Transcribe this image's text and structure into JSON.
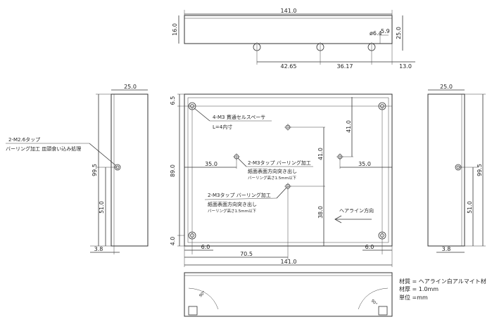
{
  "top_view": {
    "width": "141.0",
    "height": "16.0",
    "depth": "25.0",
    "hole_dia": "ø6.4",
    "offset": "5.9",
    "d1": "42.65",
    "d2": "36.17",
    "d3": "13.0"
  },
  "front_view": {
    "top_margin": "6.5",
    "height": "89.0",
    "bottom_margin": "4.0",
    "left_inset": "6.0",
    "right_inset": "6.0",
    "half": "70.5",
    "width": "141.0",
    "left_35": "35.0",
    "right_35": "35.0",
    "v41a": "41.0",
    "v41b": "41.0",
    "v38": "38.0",
    "note_spacer": {
      "line1": "4-M3 貫通セルスペーサ",
      "line2": "L=4内寸"
    },
    "note_tap1": {
      "line1": "2-M3タップ バーリング加工",
      "line2": "紙面表面方向突き出し",
      "line3": "バーリング高さ1.5mm以下"
    },
    "note_tap2": {
      "line1": "2-M3タップ バーリング加工",
      "line2": "紙面表面方向突き出し",
      "line3": "バーリング高さ1.5mm以下"
    },
    "hairline": "ヘアライン方向"
  },
  "left_view": {
    "depth": "25.0",
    "h1": "99.5",
    "h2": "51.0",
    "w": "3.8",
    "note": {
      "line1": "2-M2.6タップ",
      "line2": "バーリング加工 皿頭食い込み処理"
    }
  },
  "right_view": {
    "depth": "25.0",
    "h1": "99.5",
    "h2": "51.0",
    "w": "3.8"
  },
  "bottom_view": {
    "angle_left": "90°",
    "angle_right": "90°"
  },
  "material": {
    "line1": "材質 = ヘアライン白アルマイト材",
    "line2": "材厚 = 1.0mm",
    "line3": "単位 =mm"
  }
}
